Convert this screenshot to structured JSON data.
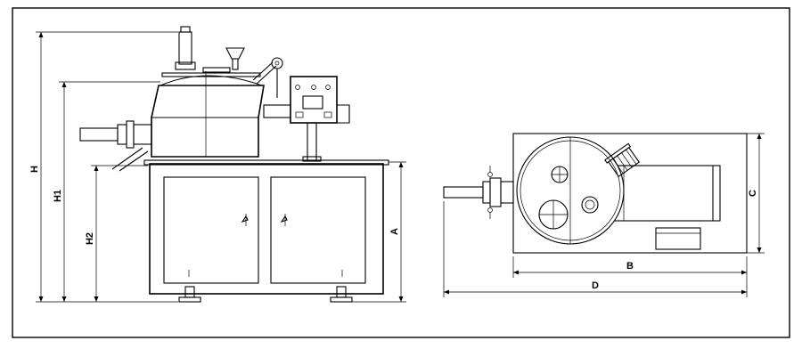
{
  "dimensions": {
    "H": "H",
    "H1": "H1",
    "H2": "H2",
    "A": "A",
    "B": "B",
    "C": "C",
    "D": "D"
  },
  "colors": {
    "line": "#000000",
    "background": "#ffffff"
  }
}
